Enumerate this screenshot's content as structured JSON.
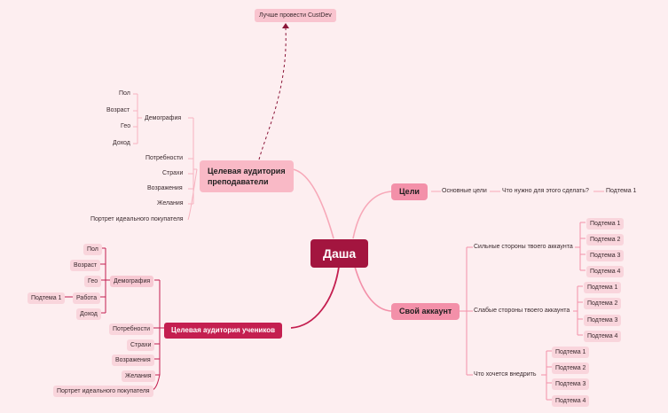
{
  "root": "Даша",
  "note": "Лучше провести CustDev",
  "teachers": {
    "title": "Целевая аудитория преподаватели",
    "title_line1": "Целевая аудитория",
    "title_line2": "преподаватели",
    "demography": "Демография",
    "demo_items": [
      "Пол",
      "Возраст",
      "Гео",
      "Доход"
    ],
    "items": [
      "Потребности",
      "Страхи",
      "Возражения",
      "Желания",
      "Портрет идеального покупателя"
    ]
  },
  "students": {
    "title": "Целевая аудитория учеников",
    "demography": "Демография",
    "demo_items": [
      "Пол",
      "Возраст",
      "Гео",
      "Работа",
      "Доход"
    ],
    "work_sub": "Подтема 1",
    "items": [
      "Потребности",
      "Страхи",
      "Возражения",
      "Желания",
      "Портрет идеального покупателя"
    ]
  },
  "goals": {
    "title": "Цели",
    "l1": "Основные цели",
    "l2": "Что нужно для этого сделать?",
    "l3": "Подтема 1"
  },
  "account": {
    "title": "Свой аккаунт",
    "strong": "Сильные стороны твоего аккаунта",
    "weak": "Слабые стороны твоего аккаунта",
    "want": "Что хочется внедрить",
    "subtopics": [
      "Подтема 1",
      "Подтема 2",
      "Подтема 3",
      "Подтема 4"
    ]
  },
  "colors": {
    "background": "#fdeef0",
    "root": "#a3153f",
    "branch_dark": "#c41f50",
    "branch_light": "#f9b9c6",
    "branch_pink": "#f390a9",
    "leaf": "#f9d5dc"
  }
}
